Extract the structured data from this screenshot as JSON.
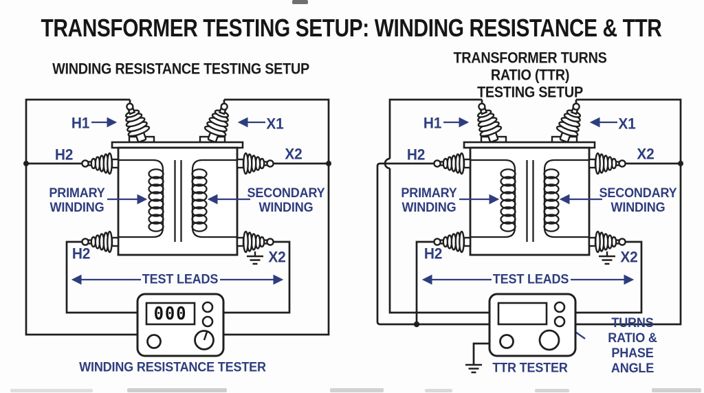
{
  "page": {
    "title": "TRANSFORMER TESTING SETUP: WINDING RESISTANCE & TTR"
  },
  "colors": {
    "line": "#1f1f1f",
    "label_blue": "#2e3d7e",
    "background": "#fdfdfd"
  },
  "left_diagram": {
    "subtitle": "WINDING RESISTANCE TESTING SETUP",
    "labels": {
      "h1": "H1",
      "x1": "X1",
      "h2_upper": "H2",
      "x2_upper": "X2",
      "h2_lower": "H2",
      "x2_lower": "X2",
      "primary": "PRIMARY\nWINDING",
      "secondary": "SECONDARY\nWINDING",
      "test_leads": "TEST LEADS"
    },
    "tester": {
      "label": "WINDING RESISTANCE TESTER",
      "display_value": "000"
    }
  },
  "right_diagram": {
    "subtitle": "TRANSFORMER TURNS RATIO (TTR)\nTESTING SETUP",
    "labels": {
      "h1": "H1",
      "x1": "X1",
      "h2_upper": "H2",
      "x2_upper": "X2",
      "h2_lower": "H2",
      "x2_lower": "X2",
      "primary": "PRIMARY\nWINDING",
      "secondary": "SECONDARY\nWINDING",
      "test_leads": "TEST LEADS"
    },
    "tester": {
      "label": "TTR TESTER",
      "display_value": "",
      "annotation": "TURNS RATIO &\nPHASE ANGLE"
    }
  }
}
